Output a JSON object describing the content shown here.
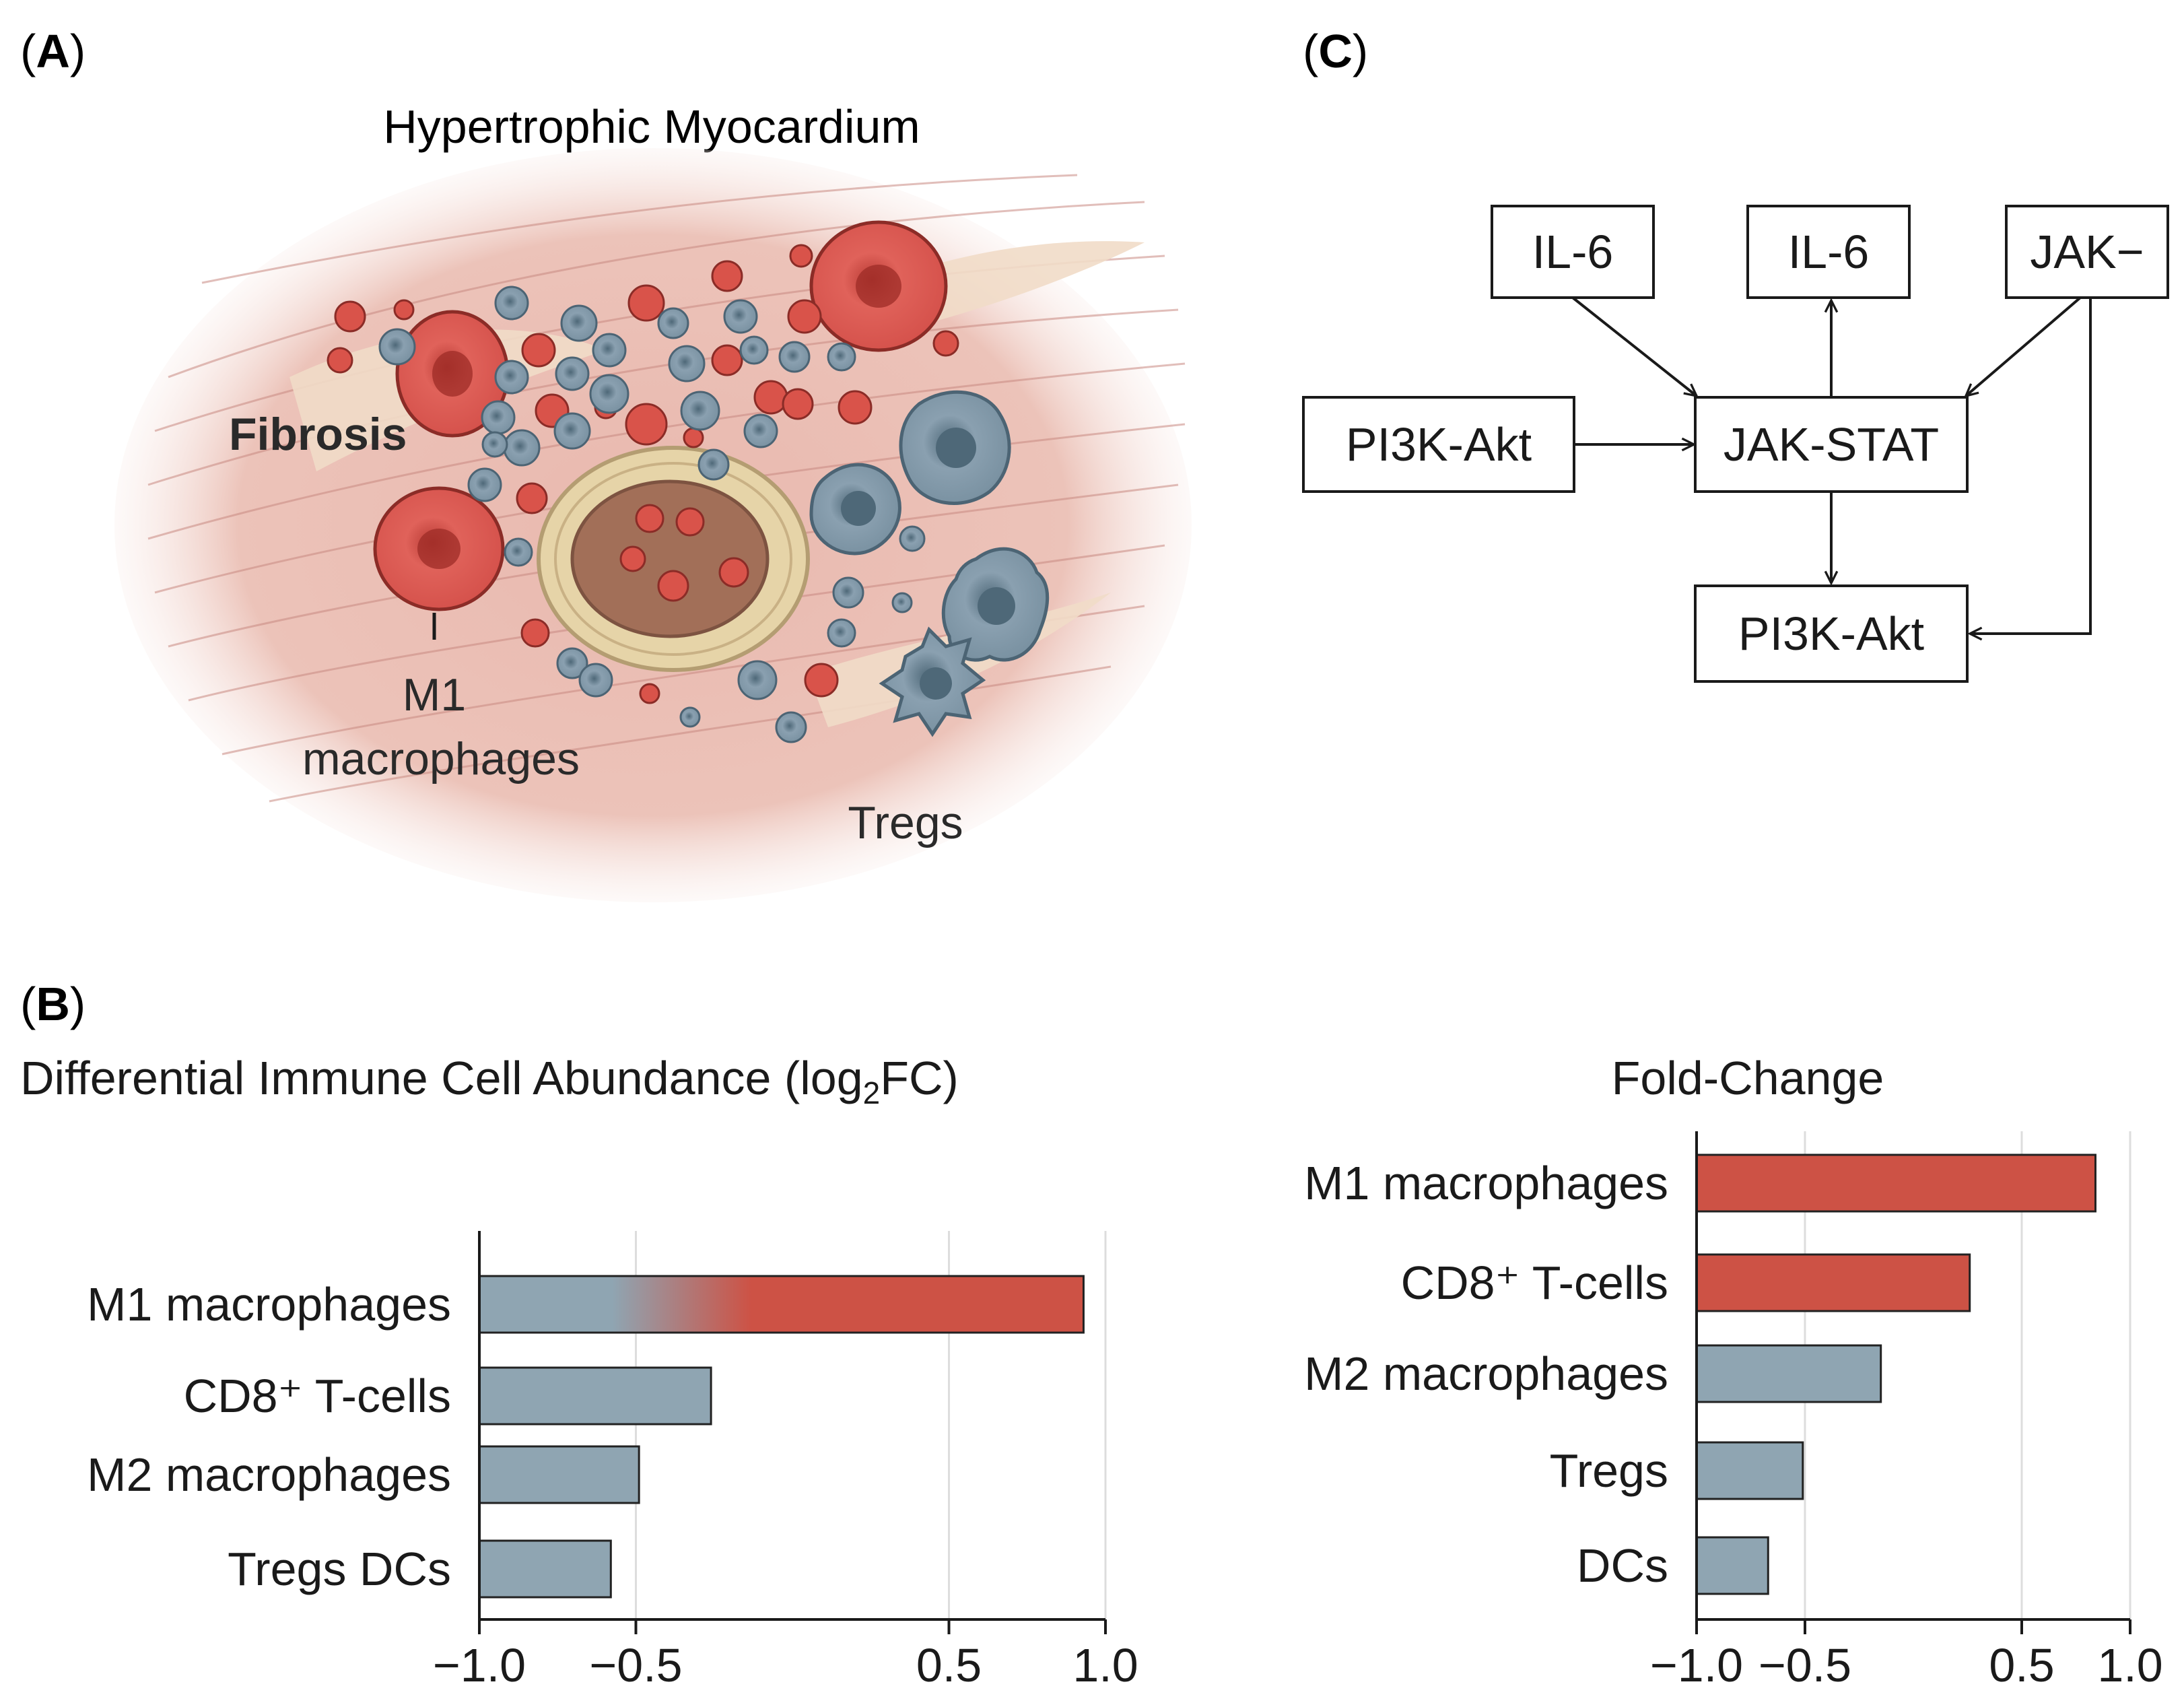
{
  "panel_labels": {
    "a": "A",
    "b": "B",
    "c": "C"
  },
  "panel_a": {
    "title": "Hypertrophic Myocardium",
    "labels": {
      "fibrosis": "Fibrosis",
      "m1_line1": "M1",
      "m1_line2": "macrophages",
      "tregs": "Tregs"
    },
    "colors": {
      "tissue": "#e8b9b0",
      "red_cell": "#d9534a",
      "blue_cell": "#7f97a8",
      "vessel_wall": "#e6d4a8",
      "lumen": "#a0705a"
    }
  },
  "panel_b_title": {
    "main": "Differential Immune Cell Abundance (log",
    "sub": "2",
    "end": "FC)"
  },
  "panel_b2_title": "Fold-Change",
  "chart_data": [
    {
      "type": "bar",
      "orientation": "horizontal",
      "title": "Differential Immune Cell Abundance (log2FC)",
      "categories": [
        "M1 macrophages",
        "CD8⁺ T-cells",
        "M2 macrophages",
        "Tregs      DCs"
      ],
      "values": [
        0.93,
        -0.26,
        -0.49,
        -0.58
      ],
      "bar_colors": [
        "gradient",
        "#8fa5b2",
        "#8fa5b2",
        "#8fa5b2"
      ],
      "xlim": [
        -1.0,
        1.0
      ],
      "ticks": [
        -1.0,
        -0.5,
        0.5,
        1.0
      ],
      "tick_labels": [
        "−1.0",
        "−0.5",
        "0.5",
        "1.0"
      ],
      "grid": true
    },
    {
      "type": "bar",
      "orientation": "horizontal",
      "title": "Fold-Change",
      "categories": [
        "M1 macrophages",
        "CD8⁺ T-cells",
        "M2 macrophages",
        "Tregs",
        "DCs"
      ],
      "values": [
        0.84,
        0.26,
        -0.15,
        -0.51,
        -0.67
      ],
      "bar_colors": [
        "#cd5245",
        "#cd5245",
        "#8fa5b2",
        "#8fa5b2",
        "#8fa5b2"
      ],
      "xlim": [
        -1.0,
        1.0
      ],
      "ticks": [
        -1.0,
        -0.5,
        0.5,
        1.0
      ],
      "tick_labels": [
        "−1.0",
        "−0.5",
        "0.5",
        "1.0"
      ],
      "grid": true
    }
  ],
  "panel_c": {
    "nodes": {
      "il6_left": "IL-6",
      "il6_right": "IL-6",
      "jak": "JAK−",
      "pi3k_left": "PI3K-Akt",
      "jakstat": "JAK-STAT",
      "pi3k_bottom": "PI3K-Akt"
    }
  },
  "colors": {
    "red": "#cd5245",
    "blue": "#8fa5b2",
    "grid": "#dddddd"
  }
}
